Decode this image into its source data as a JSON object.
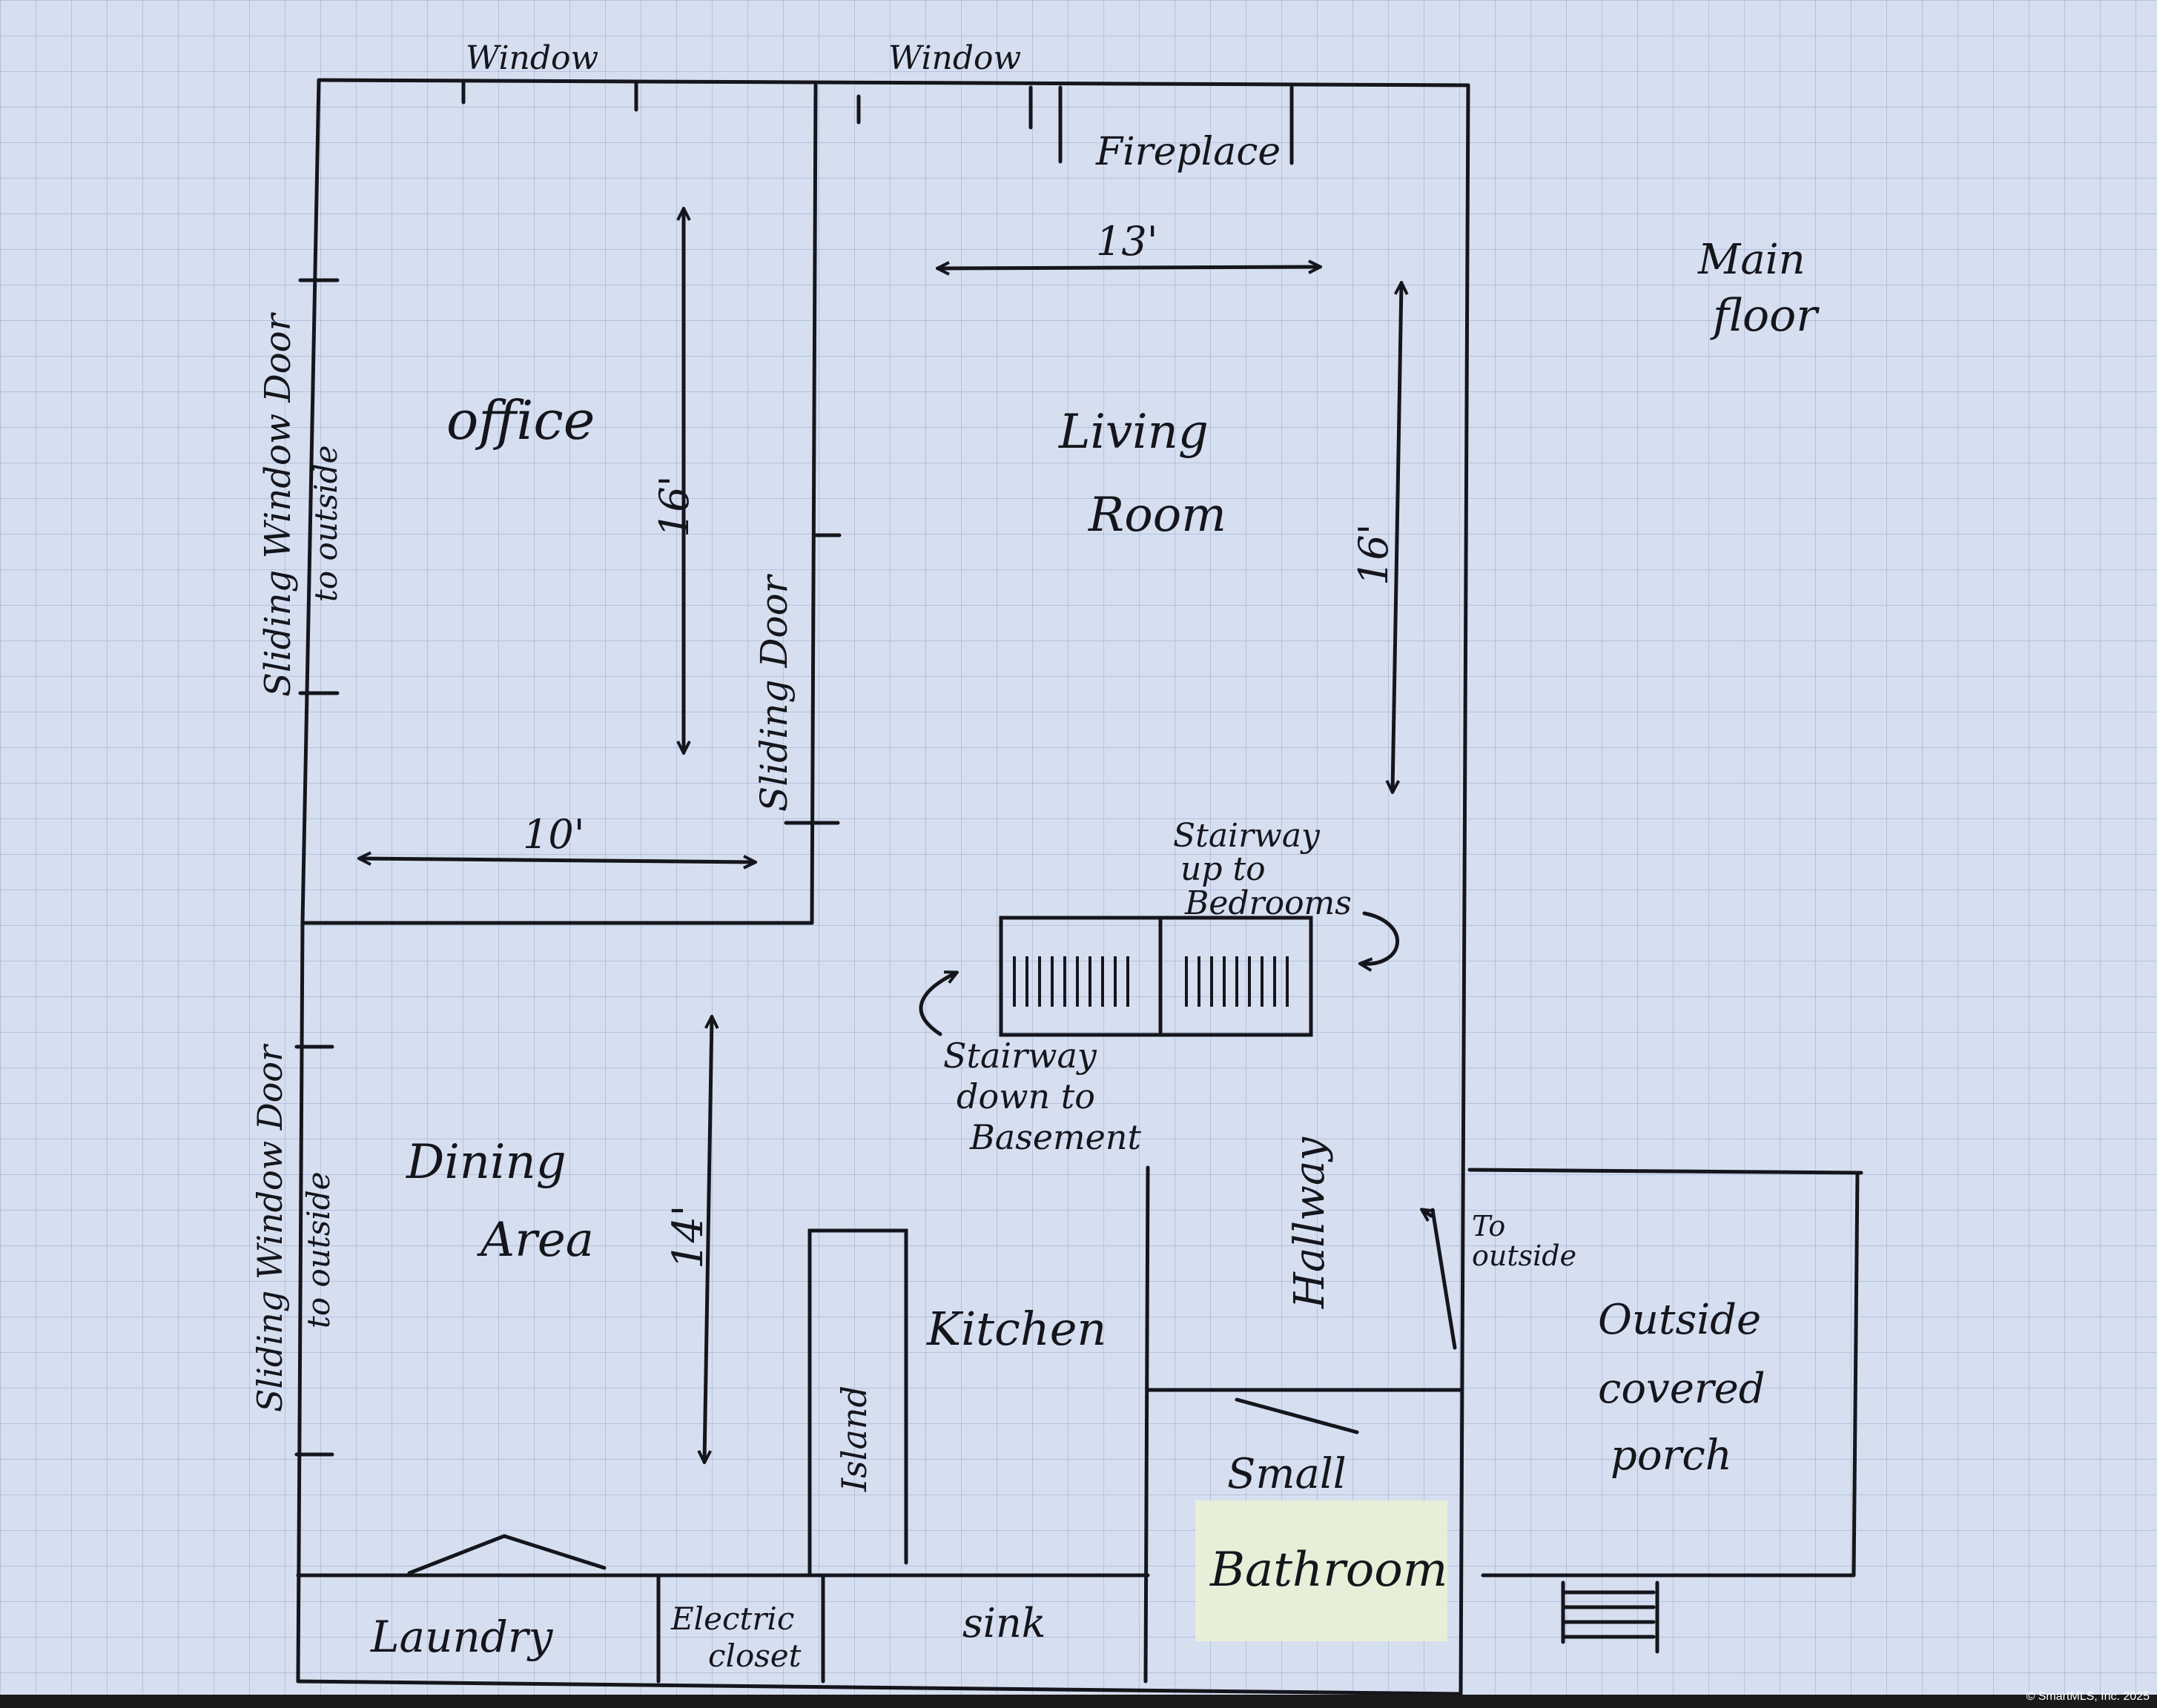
{
  "floor_title": [
    "Main",
    "floor"
  ],
  "rooms": {
    "office": "office",
    "living": [
      "Living",
      "Room"
    ],
    "dining": [
      "Dining",
      "Area"
    ],
    "kitchen": "Kitchen",
    "island": "Island",
    "hallway": "Hallway",
    "small": "Small",
    "bathroom": "Bathroom",
    "laundry": "Laundry",
    "electric": [
      "Electric",
      "closet"
    ],
    "sink": "sink",
    "porch": [
      "Outside",
      "covered",
      "porch"
    ]
  },
  "features": {
    "window_left": "Window",
    "window_right": "Window",
    "fireplace": "Fireplace",
    "sliding_window_door_top": "Sliding Window Door",
    "to_outside_top": "to outside",
    "sliding_window_door_bottom": "Sliding Window Door",
    "to_outside_bottom": "to outside",
    "sliding_door": "Sliding Door",
    "stair_up": [
      "Stairway",
      "up to",
      "Bedrooms"
    ],
    "stair_down": [
      "Stairway",
      "down to",
      "Basement"
    ],
    "to_outside_porch": [
      "To",
      "outside"
    ]
  },
  "dimensions": {
    "living_width": "13'",
    "office_height": "16'",
    "living_height": "16'",
    "office_width": "10'",
    "dining_height": "14'"
  },
  "credit": "© SmartMLS, Inc. 2025",
  "colors": {
    "ink": "#15151c",
    "paper": "#d6dff0",
    "grid": "#8c9bc6",
    "note": "#e9efd6"
  }
}
